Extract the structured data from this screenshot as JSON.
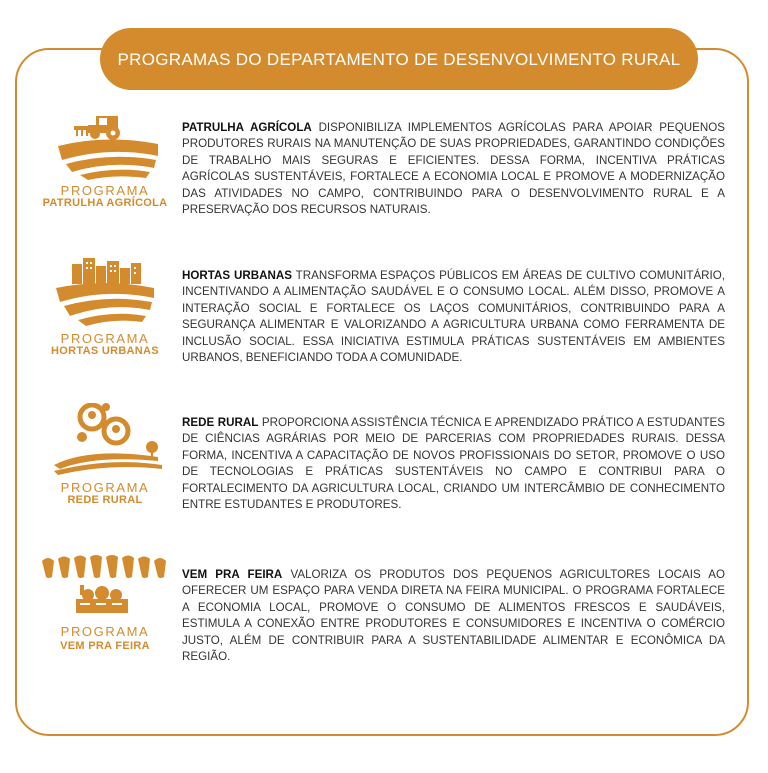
{
  "header": {
    "title": "PROGRAMAS DO DEPARTAMENTO  DE DESENVOLVIMENTO RURAL"
  },
  "colors": {
    "accent": "#d48b2e",
    "text": "#333333"
  },
  "programs": [
    {
      "icon": "tractor-field-icon",
      "label": "PROGRAMA",
      "name": "PATRULHA AGRÍCOLA",
      "keyword": "PATRULHA AGRÍCOLA",
      "description": "DISPONIBILIZA IMPLEMENTOS AGRÍCOLAS PARA APOIAR PEQUENOS PRODUTORES RURAIS NA MANUTENÇÃO DE SUAS PROPRIEDADES, GARANTINDO CONDIÇÕES DE TRABALHO MAIS SEGURAS E EFICIENTES. DESSA FORMA, INCENTIVA PRÁTICAS AGRÍCOLAS SUSTENTÁVEIS, FORTALECE A ECONOMIA LOCAL E PROMOVE A MODERNIZAÇÃO DAS ATIVIDADES NO CAMPO, CONTRIBUINDO PARA O DESENVOLVIMENTO RURAL E A PRESERVAÇÃO DOS RECURSOS NATURAIS."
    },
    {
      "icon": "urban-garden-icon",
      "label": "PROGRAMA",
      "name": "HORTAS URBANAS",
      "keyword": "HORTAS URBANAS",
      "description": "TRANSFORMA ESPAÇOS PÚBLICOS EM ÁREAS DE CULTIVO COMUNITÁRIO, INCENTIVANDO A ALIMENTAÇÃO SAUDÁVEL E O CONSUMO LOCAL. ALÉM DISSO, PROMOVE A INTERAÇÃO SOCIAL E FORTALECE OS LAÇOS COMUNITÁRIOS, CONTRIBUINDO PARA A SEGURANÇA ALIMENTAR E VALORIZANDO A AGRICULTURA URBANA COMO FERRAMENTA DE INCLUSÃO SOCIAL. ESSA INICIATIVA ESTIMULA PRÁTICAS SUSTENTÁVEIS EM AMBIENTES URBANOS, BENEFICIANDO TODA A COMUNIDADE."
    },
    {
      "icon": "people-field-icon",
      "label": "PROGRAMA",
      "name": "REDE RURAL",
      "keyword": "REDE RURAL",
      "description": "PROPORCIONA ASSISTÊNCIA TÉCNICA E APRENDIZADO PRÁTICO A ESTUDANTES DE CIÊNCIAS AGRÁRIAS POR MEIO DE PARCERIAS COM PROPRIEDADES RURAIS. DESSA FORMA, INCENTIVA A CAPACITAÇÃO DE NOVOS PROFISSIONAIS DO SETOR, PROMOVE O USO DE TECNOLOGIAS E PRÁTICAS SUSTENTÁVEIS NO CAMPO E CONTRIBUI PARA O FORTALECIMENTO DA AGRICULTURA LOCAL, CRIANDO UM INTERCÂMBIO DE CONHECIMENTO ENTRE ESTUDANTES E PRODUTORES."
    },
    {
      "icon": "market-stall-icon",
      "label": "PROGRAMA",
      "name": "VEM PRA FEIRA",
      "keyword": "VEM PRA FEIRA",
      "description": "VALORIZA OS PRODUTOS DOS PEQUENOS AGRICULTORES LOCAIS AO OFERECER UM ESPAÇO PARA VENDA DIRETA NA FEIRA MUNICIPAL. O PROGRAMA FORTALECE A ECONOMIA LOCAL, PROMOVE O CONSUMO DE ALIMENTOS FRESCOS E SAUDÁVEIS, ESTIMULA A CONEXÃO ENTRE PRODUTORES E CONSUMIDORES E INCENTIVA O COMÉRCIO JUSTO, ALÉM DE CONTRIBUIR PARA A SUSTENTABILIDADE ALIMENTAR E ECONÔMICA DA REGIÃO."
    }
  ]
}
